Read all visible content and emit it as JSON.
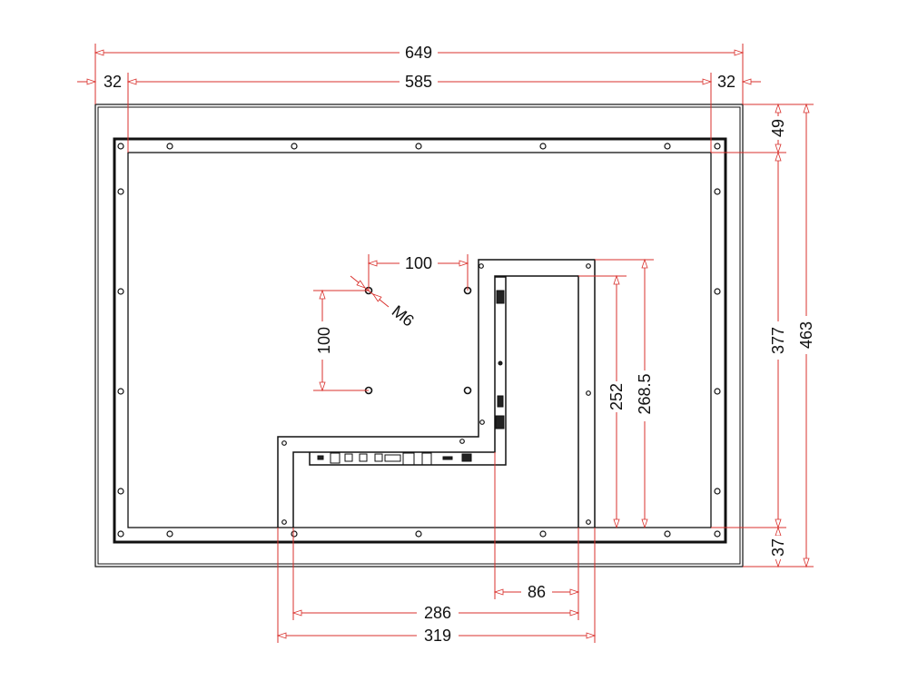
{
  "drawing": {
    "dimensions": {
      "overall_width": "649",
      "left_margin": "32",
      "inner_width": "585",
      "right_margin": "32",
      "top_margin": "49",
      "inner_height": "377",
      "overall_height": "463",
      "bottom_margin": "37",
      "vesa_horizontal": "100",
      "vesa_vertical": "100",
      "screw_thread": "M6",
      "box_inner_height": "252",
      "box_outer_height": "268.5",
      "box_inner_width_small": "86",
      "box_inner_width": "286",
      "box_outer_width": "319"
    },
    "colors": {
      "dimension": "#d9302c",
      "outline": "#111111"
    }
  }
}
